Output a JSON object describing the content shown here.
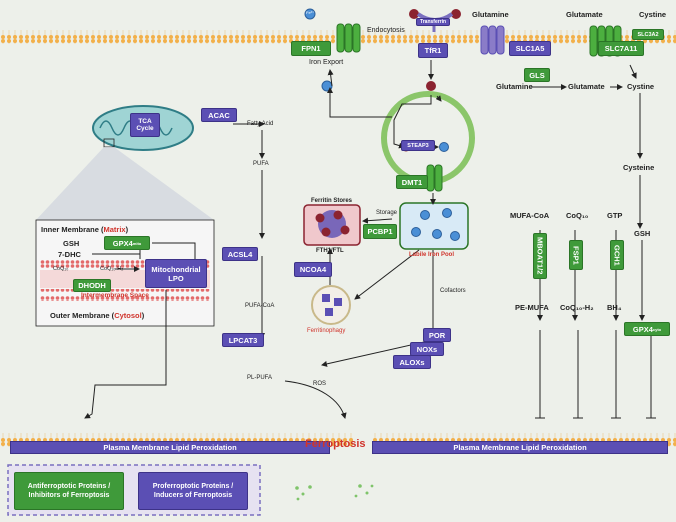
{
  "membrane_top": {
    "fpn1": "FPN1",
    "iron_export": "Iron Export",
    "transferrin": "Transferrin",
    "endocytosis": "Endocytosis",
    "tfr1": "TfR1",
    "glutamine_top": "Glutamine",
    "slc1a5": "SLC1A5",
    "glutamate_top": "Glutamate",
    "cystine_top": "Cystine",
    "slc7a11": "SLC7A11",
    "slc3a2": "SLC3A2"
  },
  "amino": {
    "glutamine": "Glutamine",
    "gls": "GLS",
    "glutamate": "Glutamate",
    "cystine": "Cystine",
    "cysteine": "Cysteine",
    "gsh": "GSH",
    "gpx4_cyto": "GPX4",
    "gpx4_cyto_sup": "cyto"
  },
  "iron": {
    "fe3": "Fe³⁺",
    "fe2": "Fe²⁺",
    "steap3": "STEAP3",
    "dmt1": "DMT1",
    "labile_iron_pool": "Labile Iron Pool",
    "storage": "Storage",
    "pcbp1": "PCBP1",
    "ferritin_stores": "Ferritin Stores",
    "fth1_ftl": "FTH1/FTL",
    "ncoa4": "NCOA4",
    "ferritinophagy": "Ferritinophagy",
    "cofactors": "Cofactors",
    "por": "POR",
    "noxs": "NOXs",
    "aloxs": "ALOXs",
    "ros": "ROS"
  },
  "lipid": {
    "acac": "ACAC",
    "fatty_acid": "Fatty Acid",
    "pufa": "PUFA",
    "acsl4": "ACSL4",
    "pufa_coa": "PUFA-CoA",
    "lpcat3": "LPCAT3",
    "pl_pufa": "PL-PUFA"
  },
  "mito": {
    "tca": "TCA\nCycle",
    "tca_line1": "TCA",
    "tca_line2": "Cycle",
    "inner_membrane": "Inner Membrane (",
    "matrix": "Matrix",
    "close_paren": ")",
    "gsh": "GSH",
    "gpx4_mito": "GPX4",
    "gpx4_mito_sup": "mito",
    "seven_dhc": "7-DHC",
    "coq10": "CoQ₁₀",
    "coq10h2": "CoQ₁₀-H₂",
    "dhodh": "DHODH",
    "mito_lpo_1": "Mitochondrial",
    "mito_lpo_2": "LPO",
    "intermembrane": "Intermembrane Space",
    "outer_membrane": "Outer Membrane (",
    "cytosol": "Cytosol"
  },
  "right": {
    "mufa_coa": "MUFA-CoA",
    "coq10": "CoQ₁₀",
    "gtp": "GTP",
    "mboat": "MBOAT1/2",
    "fsp1": "FSP1",
    "gch1": "GCH1",
    "pe_mufa": "PE-MUFA",
    "coq10h2": "CoQ₁₀-H₂",
    "bh4": "BH₄"
  },
  "bottom": {
    "pm_lpo_left": "Plasma Membrane Lipid Peroxidation",
    "pm_lpo_right": "Plasma Membrane Lipid Peroxidation",
    "ferroptosis": "Ferroptosis",
    "legend_green_1": "Antiferroptotic Proteins /",
    "legend_green_2": "Inhibitors of Ferroptosis",
    "legend_purple_1": "Proferroptotic Proteins /",
    "legend_purple_2": "Inducers of Ferroptosis"
  },
  "colors": {
    "purple": "#5b4fb4",
    "green": "#3f9a3a",
    "membrane": "#f2b04a",
    "red": "#d0342c",
    "background": "#edf0ea"
  }
}
